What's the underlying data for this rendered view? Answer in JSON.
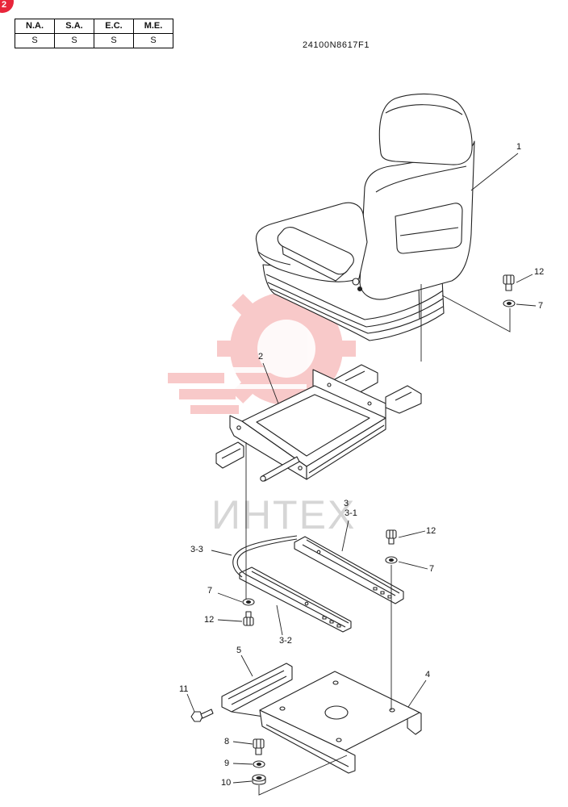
{
  "badge": {
    "number": "2"
  },
  "spec_table": {
    "headers": [
      "N.A.",
      "S.A.",
      "E.C.",
      "M.E."
    ],
    "values": [
      "S",
      "S",
      "S",
      "S"
    ]
  },
  "drawing_code": "24100N8617F1",
  "watermark": {
    "text": "ИНТЕХ"
  },
  "callouts": [
    "1",
    "12",
    "7",
    "2",
    "3",
    "3-1",
    "12",
    "3-3",
    "7",
    "7",
    "12",
    "3-2",
    "5",
    "4",
    "11",
    "8",
    "9",
    "10"
  ],
  "colors": {
    "badge": "#e8253a",
    "line": "#222222",
    "watermark_logo": "#f4a6a6",
    "watermark_text": "#d6d6d6"
  }
}
